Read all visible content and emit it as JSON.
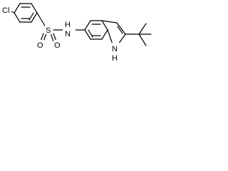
{
  "molecule": {
    "atoms": {
      "cl": "Cl",
      "s": "S",
      "o_left": "O",
      "o_right": "O",
      "n": "N",
      "h_amide": "H",
      "n_ring": "N",
      "h_ring": "H"
    }
  }
}
